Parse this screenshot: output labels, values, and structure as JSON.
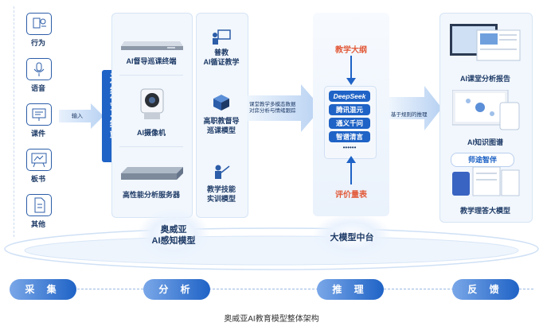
{
  "sources": [
    {
      "label": "行为",
      "icon": "behavior-icon"
    },
    {
      "label": "语音",
      "icon": "microphone-icon"
    },
    {
      "label": "课件",
      "icon": "courseware-icon"
    },
    {
      "label": "板书",
      "icon": "blackboard-icon"
    },
    {
      "label": "其他",
      "icon": "document-icon"
    }
  ],
  "input_label": "输入",
  "edge_terminal": "边缘算力终端",
  "devices": [
    {
      "label": "AI督导巡课终端"
    },
    {
      "label": "AI摄像机"
    },
    {
      "label": "高性能分析服务器"
    }
  ],
  "models": [
    {
      "label": "普教\nAI循证教学",
      "icon": "teacher-board-icon"
    },
    {
      "label": "高职教督导\n巡课模型",
      "icon": "cube-icon"
    },
    {
      "label": "教学技能\n实训模型",
      "icon": "presenter-icon"
    }
  ],
  "transfer_label": "课堂教学多模态数据\n对弈分析与情绪跟踪",
  "perception_model": "奥威亚\nAI感知模型",
  "llm": {
    "top": "教学大纲",
    "bottom": "评价量表",
    "chips": [
      "DeepSeek",
      "腾讯混元",
      "通义千问",
      "智谱清言"
    ],
    "more": "••••••",
    "platform": "大模型中台"
  },
  "output_arrow_label": "基于规则的推理",
  "outputs": [
    {
      "label": "AI课堂分析报告"
    },
    {
      "label": "AI知识图谱"
    },
    {
      "label": "教学理答大模型",
      "badge": "师途智伴"
    }
  ],
  "stages": [
    "采 集",
    "分 析",
    "推 理",
    "反 馈"
  ],
  "caption": "奥威亚AI教育模型整体架构",
  "colors": {
    "primary": "#1f63c6",
    "dark": "#1d3a66",
    "accent": "#e25a3a",
    "light": "#f2f7fd"
  }
}
